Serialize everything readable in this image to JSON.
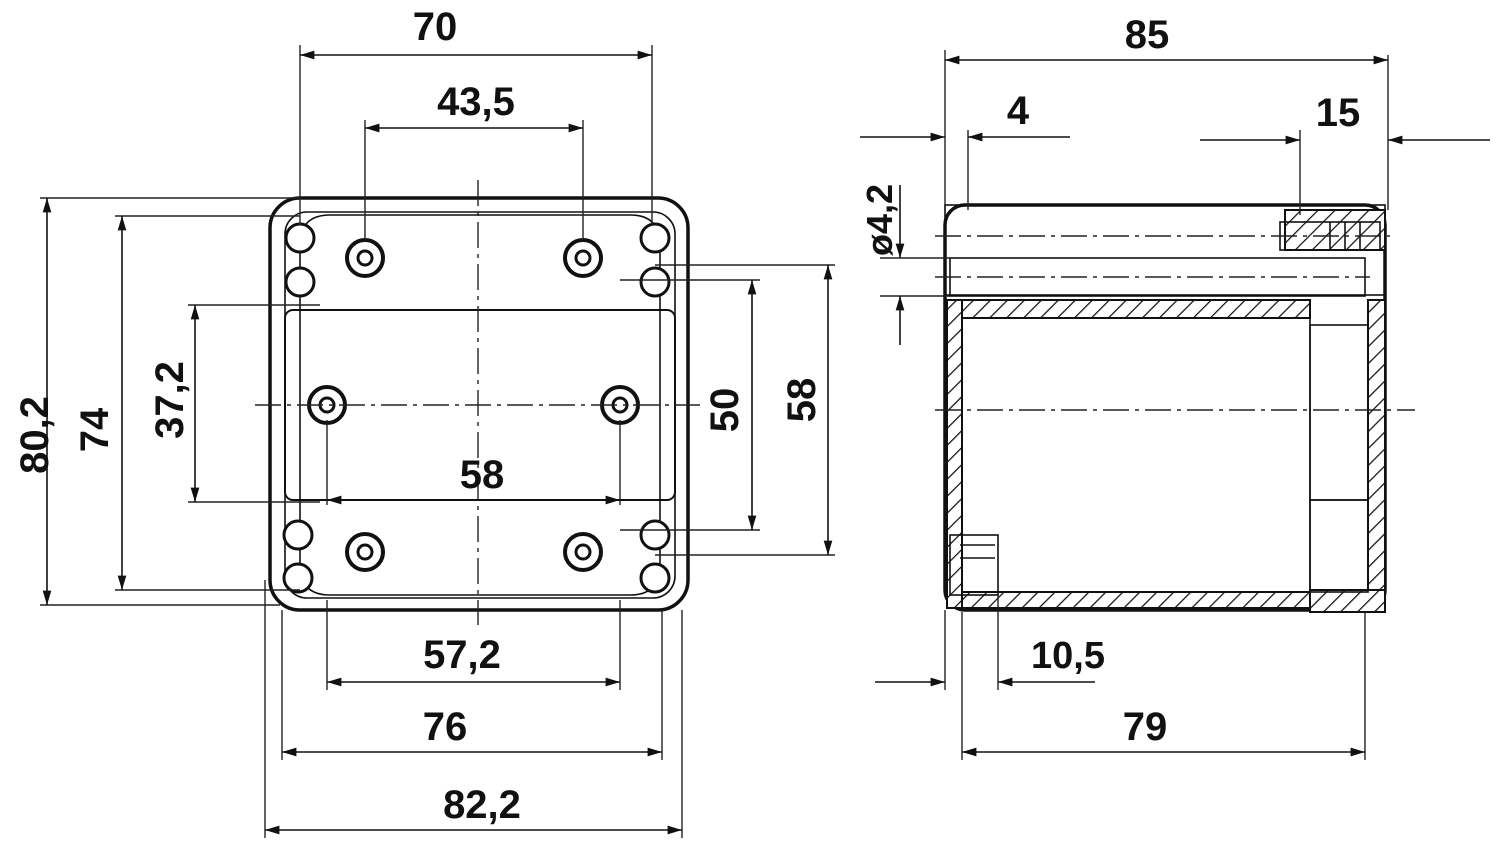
{
  "front_view": {
    "dimensions": {
      "top_overall_width": "70",
      "top_hole_spacing": "43,5",
      "left_overall_height": "80,2",
      "left_outer_height": "74",
      "left_hole_spacing": "37,2",
      "center_hole_spacing": "58",
      "right_inner_height": "50",
      "right_outer_height": "58",
      "bottom_inner_width": "57,2",
      "bottom_outer_width": "76",
      "bottom_overall_width": "82,2"
    }
  },
  "side_view": {
    "dimensions": {
      "top_overall_depth": "85",
      "lid_offset": "4",
      "screw_length": "15",
      "hole_diameter": "ø4,2",
      "wall_offset": "10,5",
      "base_depth": "79"
    }
  }
}
